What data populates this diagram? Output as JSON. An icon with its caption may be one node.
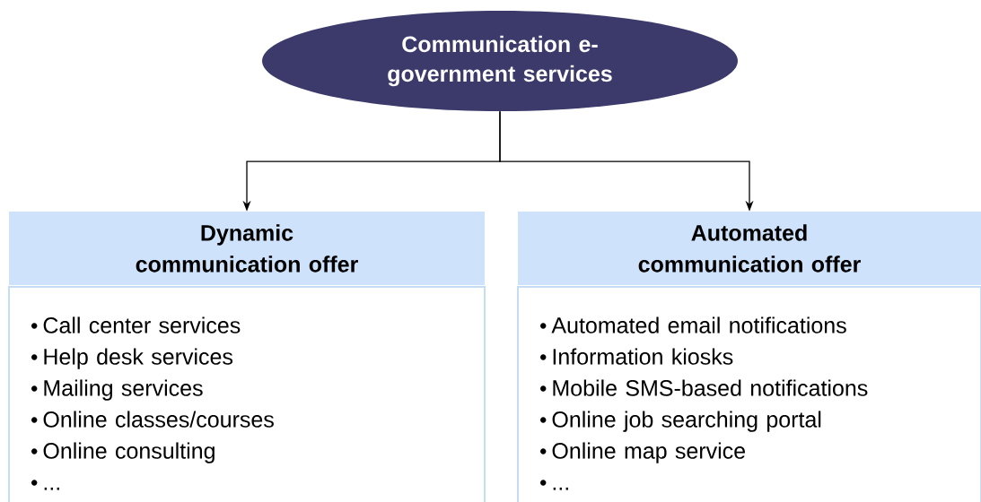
{
  "diagram": {
    "nodes": [
      {
        "text": [
          "Communication e-government services"
        ]
      },
      {
        "text": [
          "Dynamic communication offer"
        ]
      },
      {
        "text": [
          "Call center services",
          "Help desk services",
          "Mailing services",
          "Online classes/courses",
          "Online consulting",
          "..."
        ]
      },
      {
        "text": [
          "Automated communication offer"
        ]
      },
      {
        "text": [
          "Automated email notifications",
          "Information kiosks",
          "Mobile SMS-based notifications",
          "Online job searching portal",
          "Online map service",
          "..."
        ]
      }
    ],
    "edges": [
      {
        "from": 0,
        "to": 1,
        "arrow": "to"
      },
      {
        "from": 0,
        "to": 3,
        "arrow": "to"
      }
    ]
  }
}
